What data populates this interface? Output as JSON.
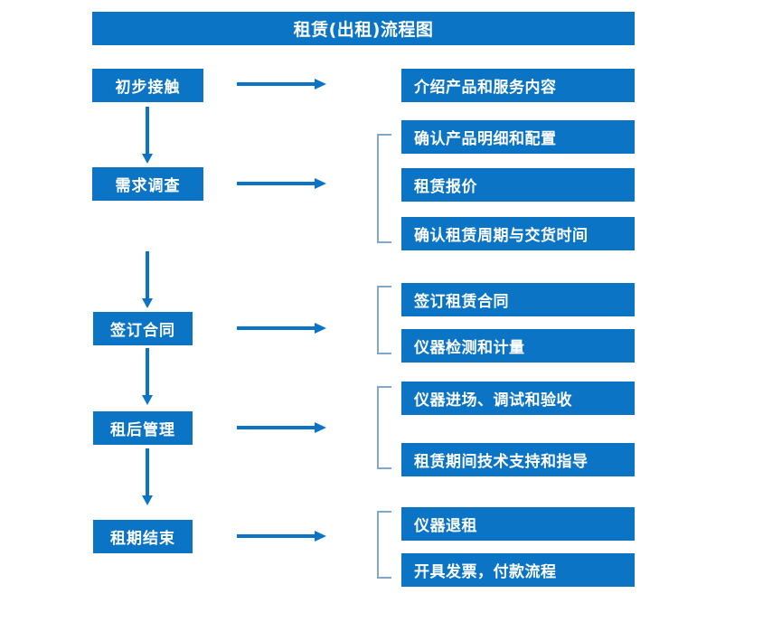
{
  "title": "租赁(出租)流程图",
  "colors": {
    "box_blue": "#0b74c4",
    "arrow_blue": "#0b74c4",
    "bracket_line": "#7fa8cc",
    "text_white": "#ffffff",
    "background": "#ffffff"
  },
  "stages": [
    {
      "label": "初步接触"
    },
    {
      "label": "需求调查"
    },
    {
      "label": "签订合同"
    },
    {
      "label": "租后管理"
    },
    {
      "label": "租期结束"
    }
  ],
  "details": [
    {
      "label": "介绍产品和服务内容"
    },
    {
      "label": "确认产品明细和配置"
    },
    {
      "label": "租赁报价"
    },
    {
      "label": "确认租赁周期与交货时间"
    },
    {
      "label": "签订租赁合同"
    },
    {
      "label": "仪器检测和计量"
    },
    {
      "label": "仪器进场、调试和验收"
    },
    {
      "label": "租赁期间技术支持和指导"
    },
    {
      "label": "仪器退租"
    },
    {
      "label": "开具发票，付款流程"
    }
  ],
  "icons": {
    "right_arrow": "right-arrow-icon",
    "down_arrow": "down-arrow-icon",
    "bracket": "group-bracket-icon"
  }
}
